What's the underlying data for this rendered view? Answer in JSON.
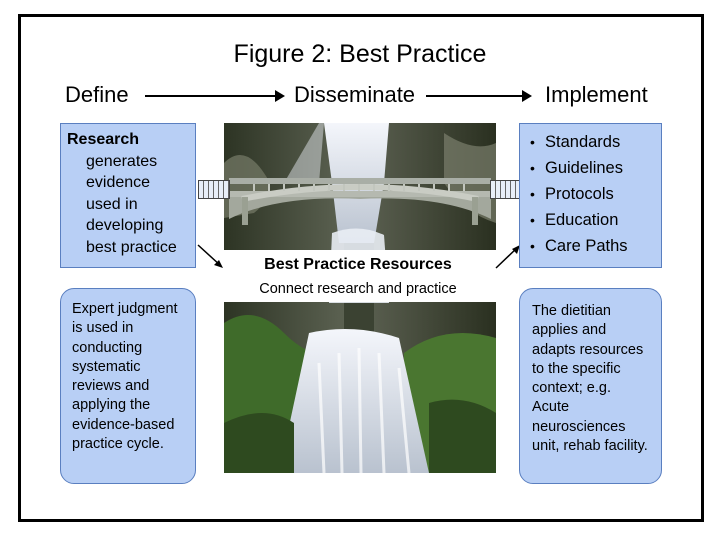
{
  "figure": {
    "title": "Figure 2: Best Practice",
    "stages": {
      "define": "Define",
      "disseminate": "Disseminate",
      "implement": "Implement"
    },
    "define_box": {
      "lead": "Research",
      "lines": [
        "generates",
        "evidence",
        "used in",
        "developing",
        "best practice"
      ]
    },
    "expert_box": {
      "lines": [
        "Expert judgment",
        "is used in",
        "conducting",
        "systematic",
        "reviews and",
        "applying the",
        "evidence-based",
        "practice cycle."
      ]
    },
    "center": {
      "title": "Best Practice Resources",
      "subtitle": "Connect research and practice"
    },
    "implement_list": [
      "Standards",
      "Guidelines",
      "Protocols",
      "Education",
      "Care Paths"
    ],
    "dietitian_box": {
      "lines": [
        "The dietitian",
        "applies and",
        "adapts resources",
        "to the specific",
        "context; e.g.",
        "Acute",
        "neurosciences",
        "unit, rehab facility."
      ]
    },
    "colors": {
      "box_fill": "#b8cff5",
      "box_border": "#5a7fc0",
      "frame": "#000000"
    }
  }
}
